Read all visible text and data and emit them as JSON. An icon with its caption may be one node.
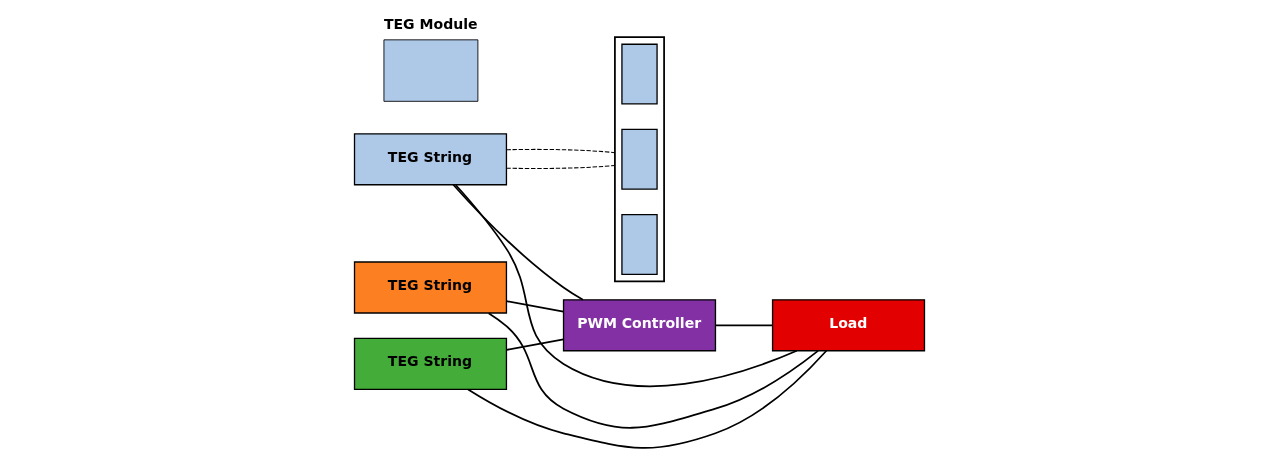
{
  "diagram": {
    "nodes": [
      {
        "text": [
          "TEG String"
        ]
      },
      {
        "text": [
          "TEG String"
        ]
      },
      {
        "text": [
          "TEG String"
        ]
      },
      {
        "text": [],
        "shape": "box"
      },
      {
        "text": [],
        "shape": "box",
        "in": 3
      },
      {
        "text": [],
        "shape": "box",
        "in": 3
      },
      {
        "text": [],
        "shape": "box",
        "in": 3
      },
      {
        "text": [
          "TEG Module"
        ]
      },
      {
        "text": [
          "PWM Controller"
        ]
      },
      {
        "text": [
          "Load"
        ]
      }
    ],
    "edges": [
      {
        "from": 0,
        "to": 3,
        "arrow": "none",
        "style": "dashed"
      },
      {
        "from": 0,
        "to": 3,
        "arrow": "none",
        "style": "dashed"
      },
      {
        "from": 0,
        "to": 8,
        "arrow": "none"
      },
      {
        "from": 1,
        "to": 8,
        "arrow": "none"
      },
      {
        "from": 2,
        "to": 8,
        "arrow": "none"
      },
      {
        "from": 8,
        "to": 9,
        "arrow": "none"
      },
      {
        "from": 9,
        "to": 0,
        "arrow": "none"
      },
      {
        "from": 9,
        "to": 1,
        "arrow": "none"
      },
      {
        "from": 9,
        "to": 2,
        "arrow": "none"
      }
    ]
  }
}
